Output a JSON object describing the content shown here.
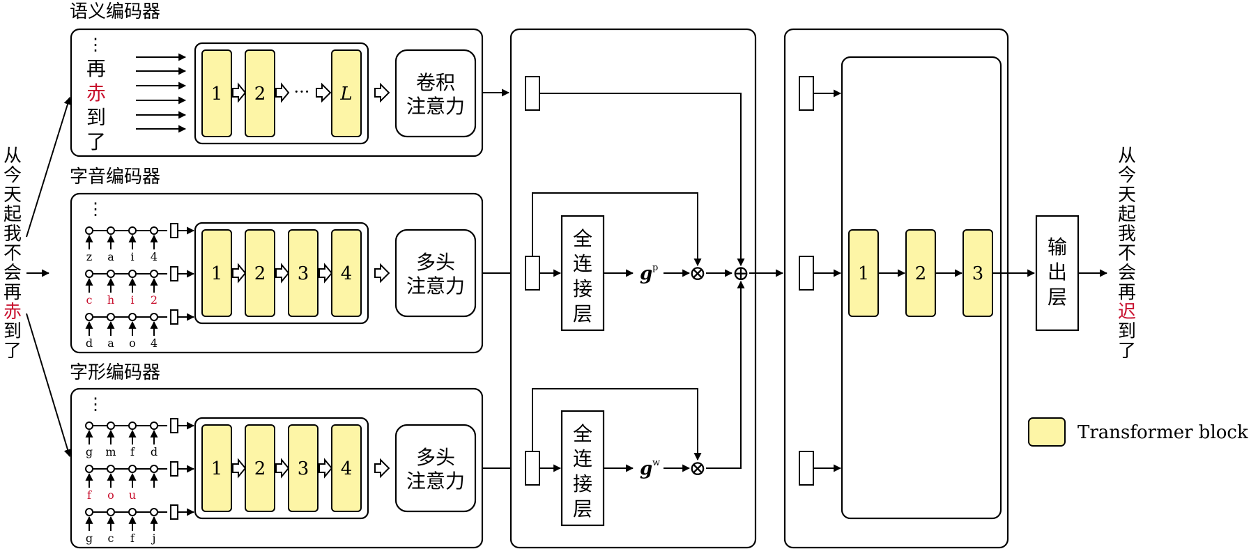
{
  "input_sentence": [
    "从",
    "今",
    "天",
    "起",
    "我",
    "不",
    "会",
    "再",
    "赤",
    "到",
    "了"
  ],
  "input_highlight_index": 8,
  "output_sentence": [
    "从",
    "今",
    "天",
    "起",
    "我",
    "不",
    "会",
    "再",
    "迟",
    "到",
    "了"
  ],
  "output_highlight_index": 8,
  "highlight_color": "#c8102e",
  "block_color": "#fdf5a6",
  "semantic_encoder": {
    "title": "语义编码器",
    "ellipsis": "⋮",
    "tokens": [
      "再",
      "赤",
      "到",
      "了"
    ],
    "token_highlight_index": 1,
    "blocks": [
      "1",
      "2",
      "L"
    ],
    "dots": "···",
    "attention_lines": [
      "卷积",
      "注意力"
    ]
  },
  "phonetic_encoder": {
    "title": "字音编码器",
    "ellipsis": "⋮",
    "rows": [
      {
        "chars": [
          "z",
          "a",
          "i",
          "4"
        ],
        "highlight": false
      },
      {
        "chars": [
          "c",
          "h",
          "i",
          "2"
        ],
        "highlight": true
      },
      {
        "chars": [
          "d",
          "a",
          "o",
          "4"
        ],
        "highlight": false
      }
    ],
    "blocks": [
      "1",
      "2",
      "3",
      "4"
    ],
    "attention_lines": [
      "多头",
      "注意力"
    ],
    "fc_lines": [
      "全",
      "连",
      "接",
      "层"
    ],
    "gate_symbol": "g",
    "gate_sup": "p"
  },
  "glyph_encoder": {
    "title": "字形编码器",
    "ellipsis": "⋮",
    "rows": [
      {
        "chars": [
          "g",
          "m",
          "f",
          "d"
        ],
        "highlight": false
      },
      {
        "chars": [
          "f",
          "o",
          "u",
          ""
        ],
        "highlight": true
      },
      {
        "chars": [
          "g",
          "c",
          "f",
          "j"
        ],
        "highlight": false
      }
    ],
    "blocks": [
      "1",
      "2",
      "3",
      "4"
    ],
    "attention_lines": [
      "多头",
      "注意力"
    ],
    "fc_lines": [
      "全",
      "连",
      "接",
      "层"
    ],
    "gate_symbol": "g",
    "gate_sup": "w"
  },
  "fusion": {
    "multiply_symbol": "⊗",
    "add_symbol": "⊕"
  },
  "decoder": {
    "blocks": [
      "1",
      "2",
      "3"
    ]
  },
  "output_layer": {
    "lines": [
      "输",
      "出",
      "层"
    ]
  },
  "legend": {
    "label": "Transformer block"
  }
}
